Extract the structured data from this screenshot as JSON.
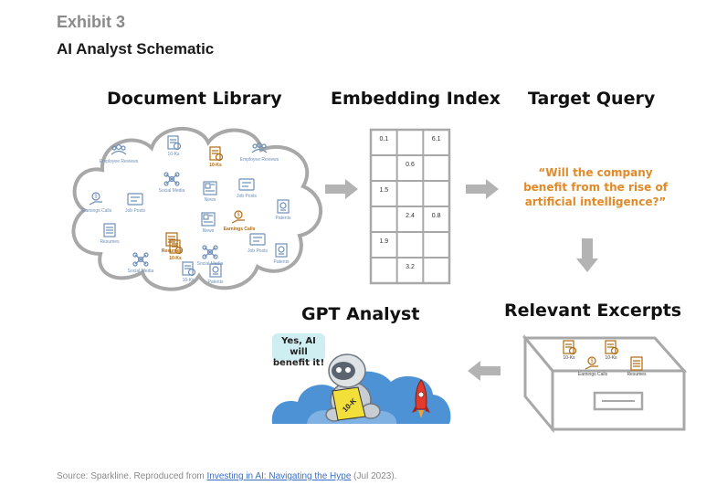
{
  "exhibit_label": "Exhibit 3",
  "title": "AI Analyst Schematic",
  "sections": {
    "document_library": "Document Library",
    "embedding_index": "Embedding Index",
    "target_query": "Target Query",
    "gpt_analyst": "GPT Analyst",
    "relevant_excerpts": "Relevant Excerpts"
  },
  "library_items": [
    {
      "label": "Employee Reviews",
      "icon": "people-icon",
      "highlight": false
    },
    {
      "label": "10-Ks",
      "icon": "document-icon",
      "highlight": false
    },
    {
      "label": "10-Ks",
      "icon": "document-icon",
      "highlight": true
    },
    {
      "label": "Employee Reviews",
      "icon": "people-icon",
      "highlight": false
    },
    {
      "label": "Social Media",
      "icon": "network-icon",
      "highlight": false
    },
    {
      "label": "Job Posts",
      "icon": "job-post-icon",
      "highlight": false
    },
    {
      "label": "News",
      "icon": "news-icon",
      "highlight": false
    },
    {
      "label": "Patents",
      "icon": "patent-icon",
      "highlight": false
    },
    {
      "label": "Earnings Calls",
      "icon": "earnings-call-icon",
      "highlight": false
    },
    {
      "label": "Job Posts",
      "icon": "job-post-icon",
      "highlight": false
    },
    {
      "label": "Resumes",
      "icon": "resume-icon",
      "highlight": false
    },
    {
      "label": "Earnings Calls",
      "icon": "earnings-call-icon",
      "highlight": true
    },
    {
      "label": "Social Media",
      "icon": "network-icon",
      "highlight": false
    },
    {
      "label": "Resumes",
      "icon": "resume-icon",
      "highlight": true
    },
    {
      "label": "Patents",
      "icon": "patent-icon",
      "highlight": false
    },
    {
      "label": "10-Ks",
      "icon": "document-icon",
      "highlight": true
    },
    {
      "label": "News",
      "icon": "news-icon",
      "highlight": false
    },
    {
      "label": "Job Posts",
      "icon": "job-post-icon",
      "highlight": false
    },
    {
      "label": "Social Media",
      "icon": "network-icon",
      "highlight": false
    },
    {
      "label": "Patents",
      "icon": "patent-icon",
      "highlight": false
    },
    {
      "label": "10-Ks",
      "icon": "document-icon",
      "highlight": false
    }
  ],
  "embedding_grid": [
    [
      "0.1",
      "",
      "6.1"
    ],
    [
      "",
      "0.6",
      ""
    ],
    [
      "1.5",
      "",
      ""
    ],
    [
      "",
      "2.4",
      "0.8"
    ],
    [
      "1.9",
      "",
      ""
    ],
    [
      "",
      "3.2",
      ""
    ]
  ],
  "query_text": "“Will the company benefit from the rise of artificial intelligence?”",
  "excerpt_items": [
    {
      "label": "10-Ks",
      "icon": "document-icon"
    },
    {
      "label": "10-Ks",
      "icon": "document-icon"
    },
    {
      "label": "Earnings Calls",
      "icon": "earnings-call-icon"
    },
    {
      "label": "Resumes",
      "icon": "resume-icon"
    }
  ],
  "speech_bubble": "Yes, AI will benefit it!",
  "report_label": "10-K",
  "source": {
    "prefix": "Source: Sparkline. Reproduced from ",
    "link_text": "Investing in AI: Navigating the Hype",
    "suffix": " (Jul 2023)."
  },
  "colors": {
    "icon_blue": "#6e8fb8",
    "icon_gold": "#b06a10",
    "query_orange": "#e08a2a",
    "arrow_gray": "#b3b3b3",
    "outline_gray": "#a8a8a8",
    "cloud_blue": "#4d92d4"
  }
}
